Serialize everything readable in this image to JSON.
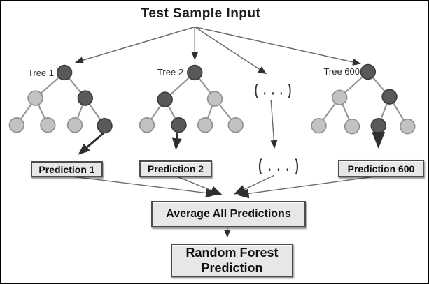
{
  "diagram": {
    "title": "Test Sample Input",
    "trees": [
      {
        "label": "Tree 1",
        "prediction": "Prediction 1"
      },
      {
        "label": "Tree 2",
        "prediction": "Prediction 2"
      },
      {
        "label": "Tree 600",
        "prediction": "Prediction 600"
      }
    ],
    "ellipsis_top": "( . . . )",
    "ellipsis_bottom": "( . . . )",
    "average_label": "Average All Predictions",
    "final_label_line1": "Random Forest",
    "final_label_line2": "Prediction",
    "colors": {
      "background": "#ffffff",
      "frame": "#000000",
      "node_light": "#c2c2c2",
      "node_light_stroke": "#8e8e8e",
      "node_dark": "#595959",
      "node_dark_stroke": "#3a3a3a",
      "branch": "#979797",
      "connector": "#6a6a6a",
      "arrow": "#2f2f2f",
      "box_fill": "#e7e7e7",
      "box_border": "#4c4c4c",
      "text": "#1c1c1c"
    }
  }
}
